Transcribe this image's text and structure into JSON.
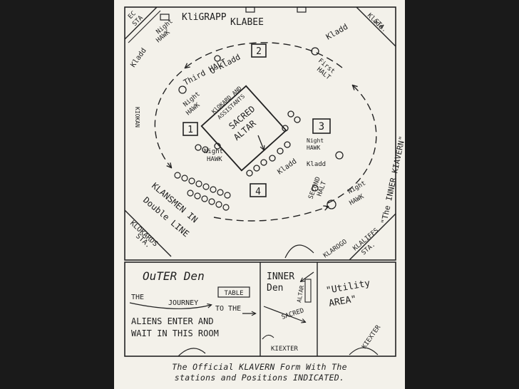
{
  "diagram": {
    "labels": {
      "ec_sta": [
        "EC",
        "STA"
      ],
      "night_hawk_top": [
        "Night",
        "HAWK"
      ],
      "kligrapp": "KliGRAPP",
      "klabee": "KLABEE",
      "kladd_top_right": [
        "Kladd",
        "STA."
      ],
      "kladd_left": "Kladd",
      "third_halt": "Third HALT",
      "kladd_near_third": "O-Kladd",
      "first_halt": [
        "First",
        "HALT"
      ],
      "kladd_right": "Kladd",
      "night_hawk_left": [
        "Night",
        "HAWK"
      ],
      "klokard_assistants": [
        "KlOKARD AND",
        "ASSISTANTS"
      ],
      "sacred_altar": [
        "SACRED",
        "ALTAR"
      ],
      "kiokan": "KIOKAN",
      "night_hawk_center": [
        "Night",
        "HAWK"
      ],
      "night_hawk_inner_right": [
        "Night",
        "HAWK"
      ],
      "kladd_inner": "Kladd",
      "kladd_mid": "Kladd",
      "second_halt": [
        "SECOND",
        "HALT"
      ],
      "night_hawk_bottom_right": [
        "Night",
        "HAWK"
      ],
      "inner_klavern_title": "\"The INNER KIAVERN\"",
      "klansmen": [
        "KLANSMEN IN",
        "Double LINE"
      ],
      "klokards_sta": [
        "KLOKARDS",
        "STA."
      ],
      "klarogo": "KLAROGO",
      "klaliffs_sta": [
        "KLALIFFS",
        "STA."
      ],
      "station_1": "1",
      "station_2": "2",
      "station_3": "3",
      "station_4": "4"
    },
    "bottom": {
      "outer_den": "OuTER Den",
      "table": "TABLE",
      "the": "THE",
      "journey": "JOURNEY",
      "to_the": "TO THE",
      "aliens_line1": "ALIENS ENTER AND",
      "aliens_line2": "WAIT IN THIS ROOM",
      "kiexter_left": "KIEXTER",
      "inner_den": [
        "INNER",
        "Den"
      ],
      "altar": "ALTAR",
      "sacred": "SACRED",
      "utility_area": [
        "\"Utility",
        "AREA\""
      ],
      "kiexter_right": "KIEXTER"
    },
    "caption": [
      "The Official KLAVERN Form With The",
      "stations and Positions INDICATED."
    ]
  }
}
